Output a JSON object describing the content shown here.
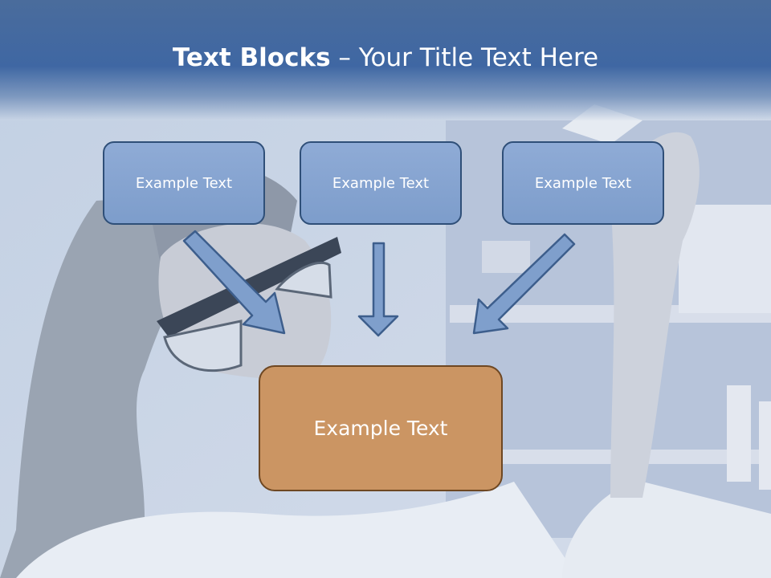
{
  "slide": {
    "title_bold": "Text Blocks",
    "title_rest": " – Your Title Text Here"
  },
  "blocks": {
    "top": [
      "Example Text",
      "Example Text",
      "Example Text"
    ],
    "bottom": "Example Text"
  },
  "colors": {
    "header_blue": "#3f67a3",
    "small_box_fill": "#86a4d1",
    "small_box_border": "#2f4f78",
    "big_box_fill": "#cb9563",
    "big_box_border": "#6e4722",
    "arrow_fill": "#7f9fcc",
    "arrow_stroke": "#3d5e8c"
  },
  "icons": [
    "arrow-down-right-icon",
    "arrow-down-icon",
    "arrow-down-left-icon"
  ]
}
